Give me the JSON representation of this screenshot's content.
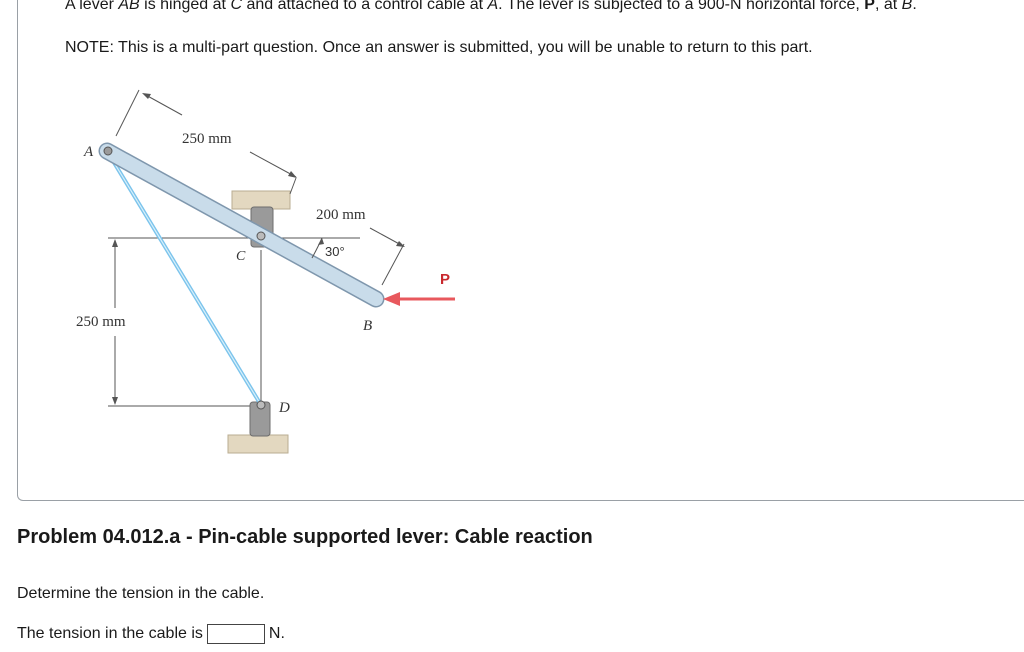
{
  "problem": {
    "intro_parts": [
      "A lever ",
      "AB",
      " is hinged at ",
      "C",
      " and attached to a control cable at ",
      "A",
      ". The lever is subjected to a 900-N horizontal force, ",
      "P",
      ", at ",
      "B",
      "."
    ],
    "note": "NOTE: This is a multi-part question. Once an answer is submitted, you will be unable to return to this part."
  },
  "figure": {
    "label_A": "A",
    "label_B": "B",
    "label_C": "C",
    "label_D": "D",
    "label_P": "P",
    "dim_AC": "250 mm",
    "dim_CB": "200 mm",
    "dim_vertical": "250 mm",
    "angle": "30°",
    "colors": {
      "lever": "#c9dcea",
      "lever_edge": "#7f97ad",
      "cable": "#7cc4ec",
      "force": "#e8585d",
      "support": "#e3d8c0",
      "bracket": "#9a9a9a"
    }
  },
  "section": {
    "title": "Problem 04.012.a - Pin-cable supported lever: Cable reaction",
    "question": "Determine the tension in the cable.",
    "answer_label": "The tension in the cable is",
    "answer_value": "",
    "answer_unit": "N."
  }
}
